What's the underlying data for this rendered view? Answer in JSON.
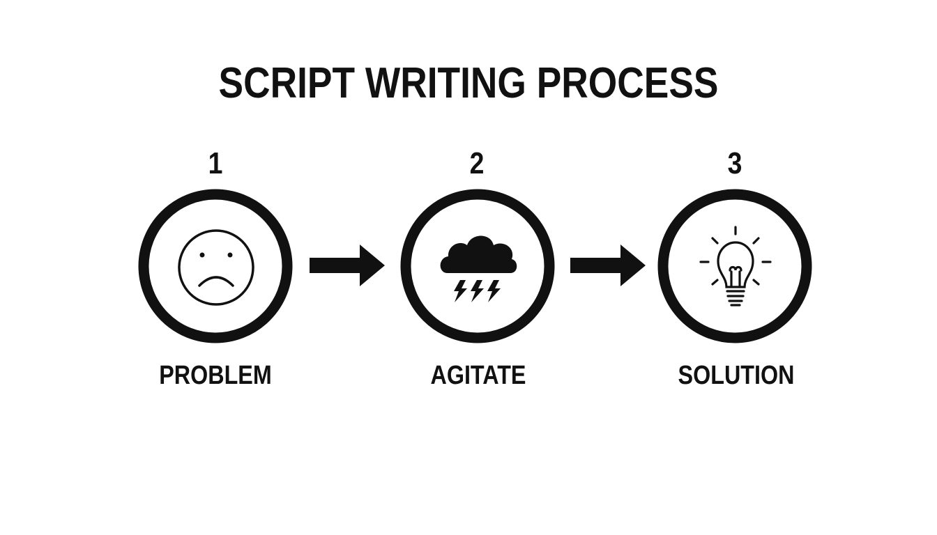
{
  "title": "SCRIPT WRITING PROCESS",
  "steps": [
    {
      "number": "1",
      "label": "PROBLEM",
      "icon": "sad-face-icon"
    },
    {
      "number": "2",
      "label": "AGITATE",
      "icon": "storm-cloud-icon"
    },
    {
      "number": "3",
      "label": "SOLUTION",
      "icon": "lightbulb-icon"
    }
  ],
  "colors": {
    "foreground": "#111111",
    "background": "#ffffff"
  }
}
